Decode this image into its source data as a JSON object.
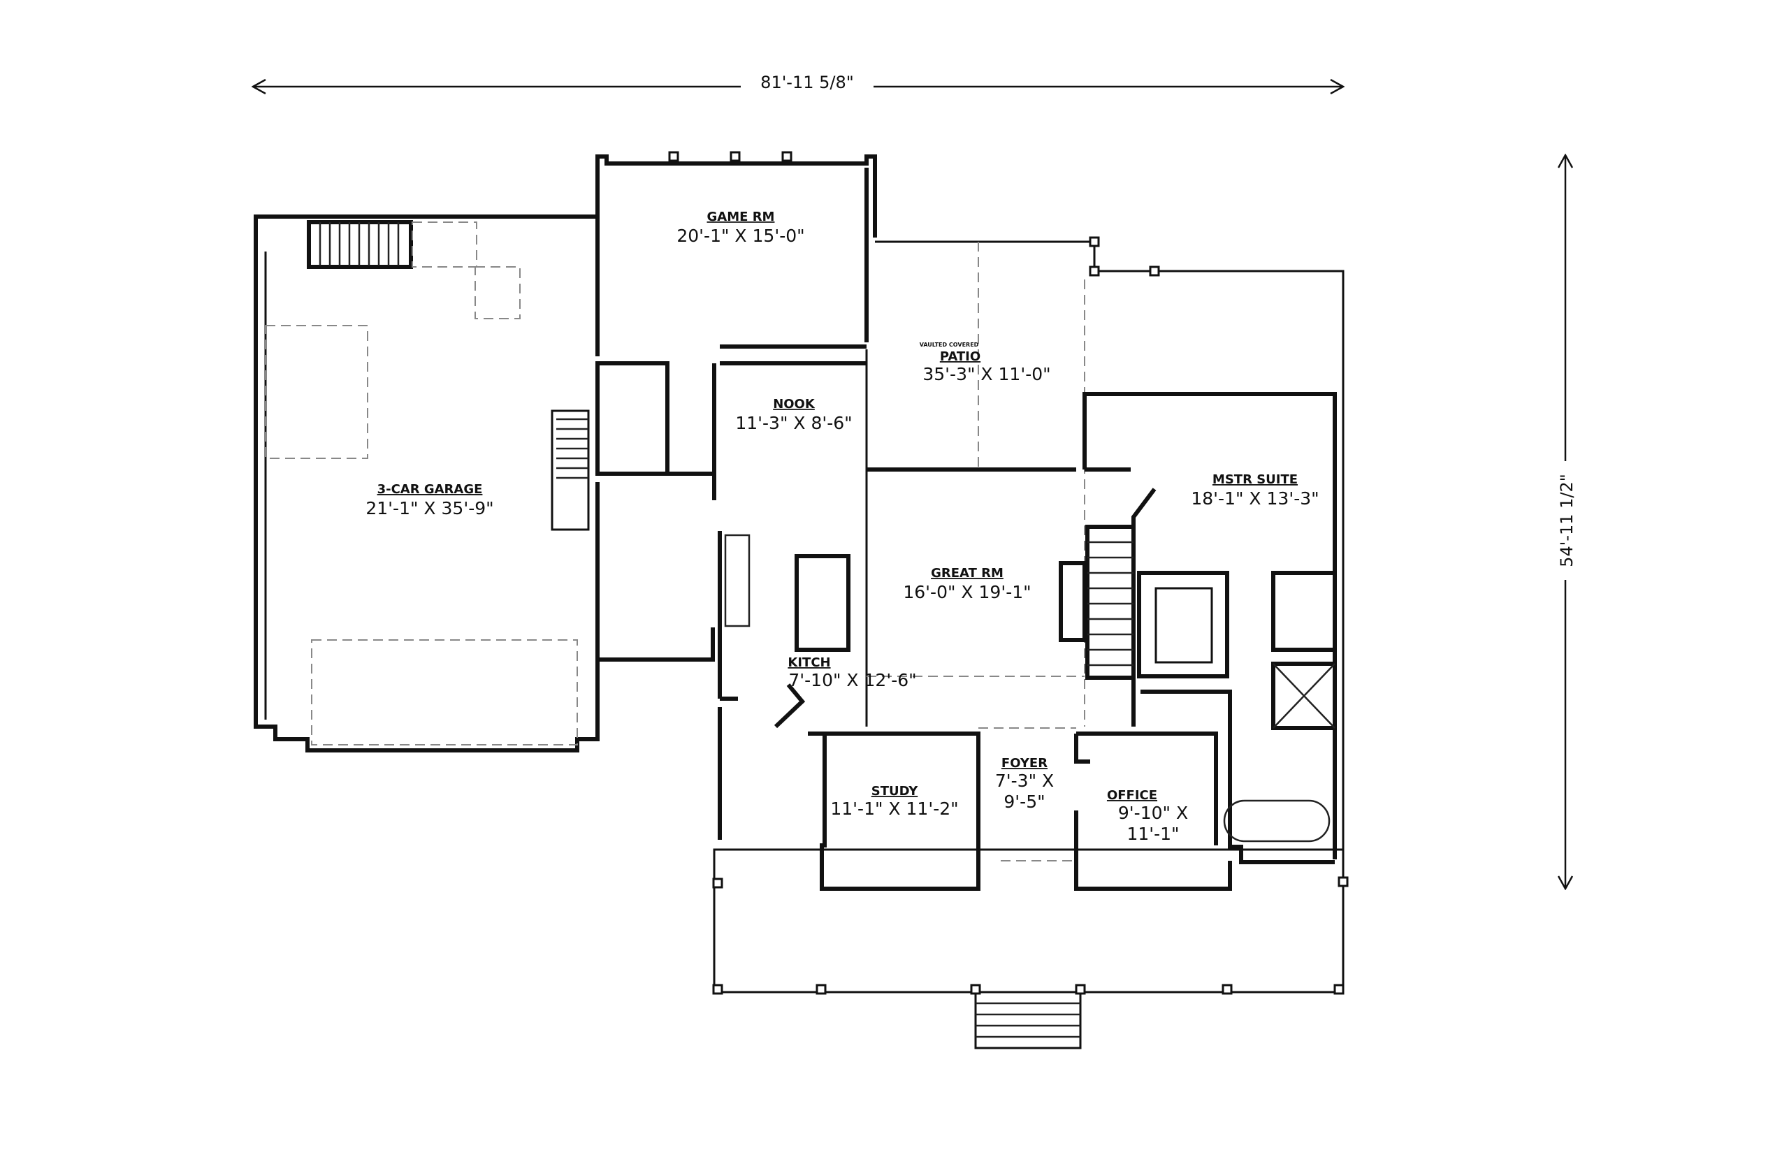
{
  "dimensions": {
    "width": "81'-11 5/8\"",
    "depth": "54'-11 1/2\""
  },
  "rooms": {
    "garage": {
      "name": "3-CAR GARAGE",
      "size": "21'-1\" X 35'-9\""
    },
    "game_room": {
      "name": "GAME RM",
      "size": "20'-1\" X 15'-0\""
    },
    "patio": {
      "note": "VAULTED COVERED",
      "name": "PATIO",
      "size": "35'-3\" X 11'-0\""
    },
    "nook": {
      "name": "NOOK",
      "size": "11'-3\" X 8'-6\""
    },
    "master_suite": {
      "name": "MSTR SUITE",
      "size": "18'-1\" X 13'-3\""
    },
    "great_room": {
      "name": "GREAT RM",
      "size": "16'-0\" X 19'-1\""
    },
    "kitchen": {
      "name": "KITCH",
      "size": "7'-10\" X 12'-6\""
    },
    "study": {
      "name": "STUDY",
      "size": "11'-1\" X 11'-2\""
    },
    "foyer": {
      "name": "FOYER",
      "size_line1": "7'-3\" X",
      "size_line2": "9'-5\""
    },
    "office": {
      "name": "OFFICE",
      "size_line1": "9'-10\" X",
      "size_line2": "11'-1\""
    }
  }
}
